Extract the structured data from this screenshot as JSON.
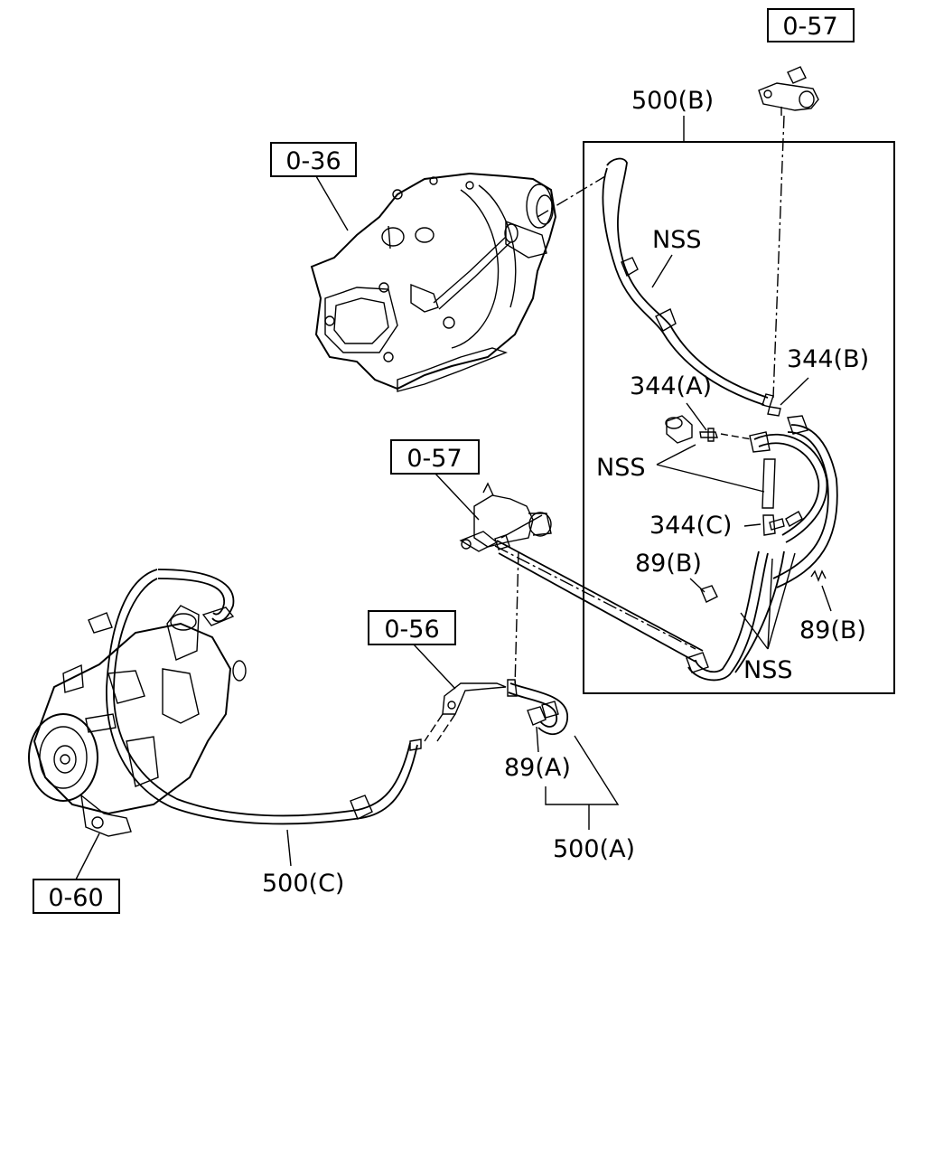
{
  "references": {
    "ref_top": "0-57",
    "ref_turbo": "0-36",
    "ref_mid": "0-57",
    "ref_bracket": "0-56",
    "ref_alternator": "0-60"
  },
  "parts": {
    "p500b": "500(B)",
    "p500a": "500(A)",
    "p500c": "500(C)",
    "p344a": "344(A)",
    "p344b": "344(B)",
    "p344c": "344(C)",
    "p89b_left": "89(B)",
    "p89b_right": "89(B)",
    "p89a": "89(A)",
    "nss_top": "NSS",
    "nss_mid": "NSS",
    "nss_bottom": "NSS"
  }
}
